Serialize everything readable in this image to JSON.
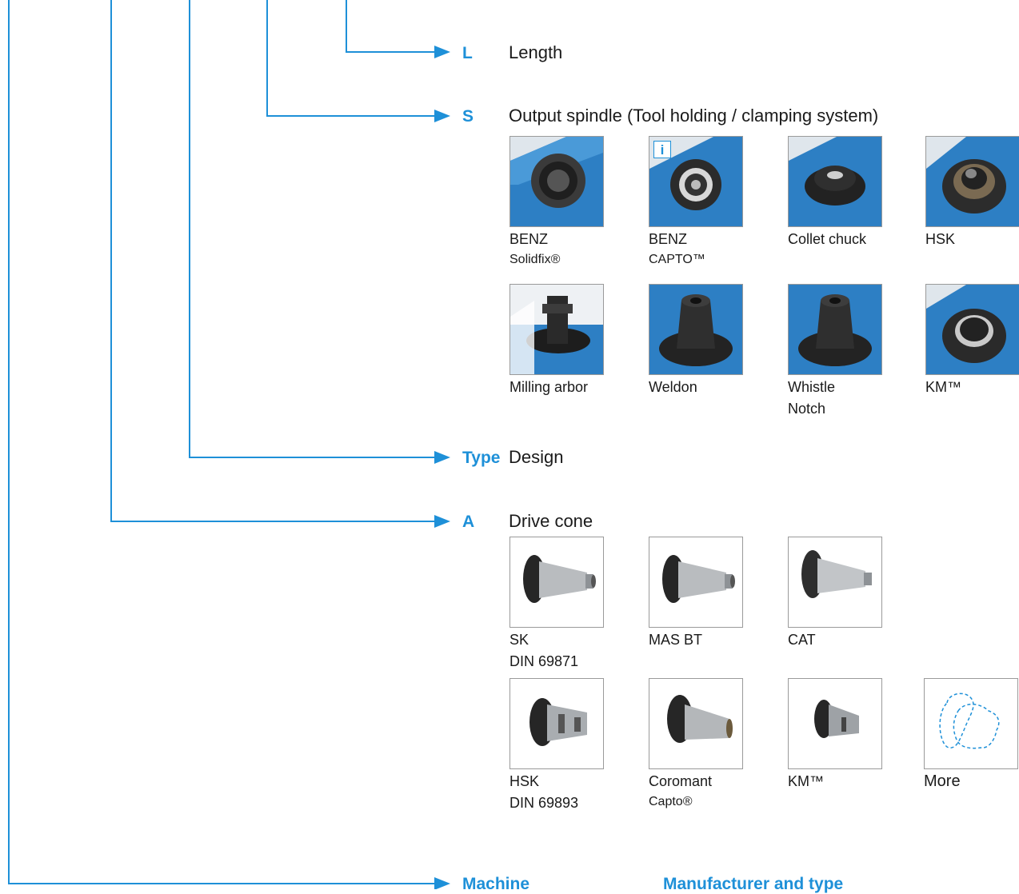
{
  "accent_color": "#1e90d8",
  "rows": {
    "length": {
      "key": "L",
      "label": "Length"
    },
    "spindle": {
      "key": "S",
      "label": "Output spindle (Tool holding / clamping system)"
    },
    "type": {
      "key": "Type",
      "label": "Design"
    },
    "drive_cone": {
      "key": "A",
      "label": "Drive cone"
    },
    "machine": {
      "key": "Machine",
      "label": "Manufacturer and type"
    }
  },
  "spindle_options": [
    {
      "line1": "BENZ",
      "line2": "Solidfix®",
      "icon": "solidfix-spindle-photo"
    },
    {
      "line1": "BENZ",
      "line2": "CAPTO™",
      "icon": "capto-spindle-photo",
      "badge": "i"
    },
    {
      "line1": "Collet chuck",
      "line2": "",
      "icon": "collet-chuck-photo"
    },
    {
      "line1": "HSK",
      "line2": "",
      "icon": "hsk-spindle-photo"
    },
    {
      "line1": "Milling arbor",
      "line2": "",
      "icon": "milling-arbor-photo"
    },
    {
      "line1": "Weldon",
      "line2": "",
      "icon": "weldon-photo"
    },
    {
      "line1": "Whistle",
      "line2": "Notch",
      "icon": "whistle-notch-photo"
    },
    {
      "line1": "KM™",
      "line2": "",
      "icon": "km-spindle-photo"
    }
  ],
  "cone_options": [
    {
      "line1": "SK",
      "line2": "DIN 69871",
      "icon": "sk-cone-photo"
    },
    {
      "line1": "MAS BT",
      "line2": "",
      "icon": "mas-bt-cone-photo"
    },
    {
      "line1": "CAT",
      "line2": "",
      "icon": "cat-cone-photo"
    },
    {
      "line1": "HSK",
      "line2": "DIN 69893",
      "icon": "hsk-cone-photo"
    },
    {
      "line1": "Coromant",
      "line2": "Capto®",
      "icon": "coromant-capto-cone-photo"
    },
    {
      "line1": "KM™",
      "line2": "",
      "icon": "km-cone-photo"
    },
    {
      "line1": "More",
      "line2": "",
      "icon": "more-outline-icon"
    }
  ]
}
